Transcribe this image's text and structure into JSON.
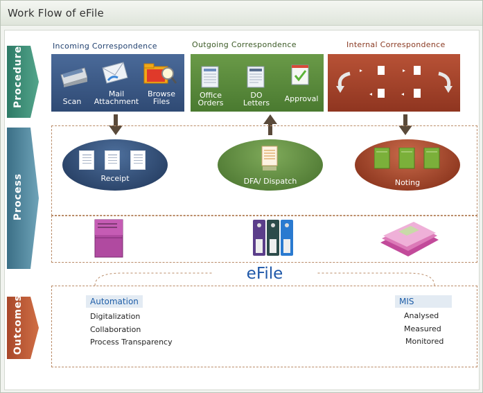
{
  "window": {
    "title": "Work Flow of eFile"
  },
  "sidebar": {
    "procedure": "Procedure",
    "process": "Process",
    "outcomes": "Outcomes"
  },
  "procedure": {
    "incoming": {
      "heading": "Incoming Correspondence",
      "items": [
        {
          "label": "Scan",
          "icon": "scanner-icon"
        },
        {
          "label": "Mail Attachment",
          "line1": "Mail",
          "line2": "Attachment",
          "icon": "mail-icon"
        },
        {
          "label": "Browse Files",
          "line1": "Browse",
          "line2": "Files",
          "icon": "folder-search-icon"
        }
      ]
    },
    "outgoing": {
      "heading": "Outgoing Correspondence",
      "items": [
        {
          "label": "Office Orders",
          "line1": "Office",
          "line2": "Orders",
          "icon": "document-icon"
        },
        {
          "label": "DO Letters",
          "line1": "DO",
          "line2": "Letters",
          "icon": "letter-icon"
        },
        {
          "label": "Approval",
          "icon": "checkmark-icon"
        }
      ]
    },
    "internal": {
      "heading": "Internal Correspondence"
    }
  },
  "process": {
    "receipt": "Receipt",
    "dispatch": "DFA/ Dispatch",
    "noting": "Noting"
  },
  "center_label": "eFile",
  "outcomes": {
    "automation": {
      "heading": "Automation",
      "items": [
        "Digitalization",
        "Collaboration",
        "Process Transparency"
      ]
    },
    "mis": {
      "heading": "MIS",
      "items": [
        "Analysed",
        "Measured",
        "Monitored"
      ]
    }
  },
  "colors": {
    "incoming": "#3c5a86",
    "outgoing": "#5d8a3e",
    "internal": "#a9452c",
    "procedure_tab": "#3f8f78",
    "process_tab": "#4c7f96",
    "outcomes_tab": "#b8572f"
  }
}
